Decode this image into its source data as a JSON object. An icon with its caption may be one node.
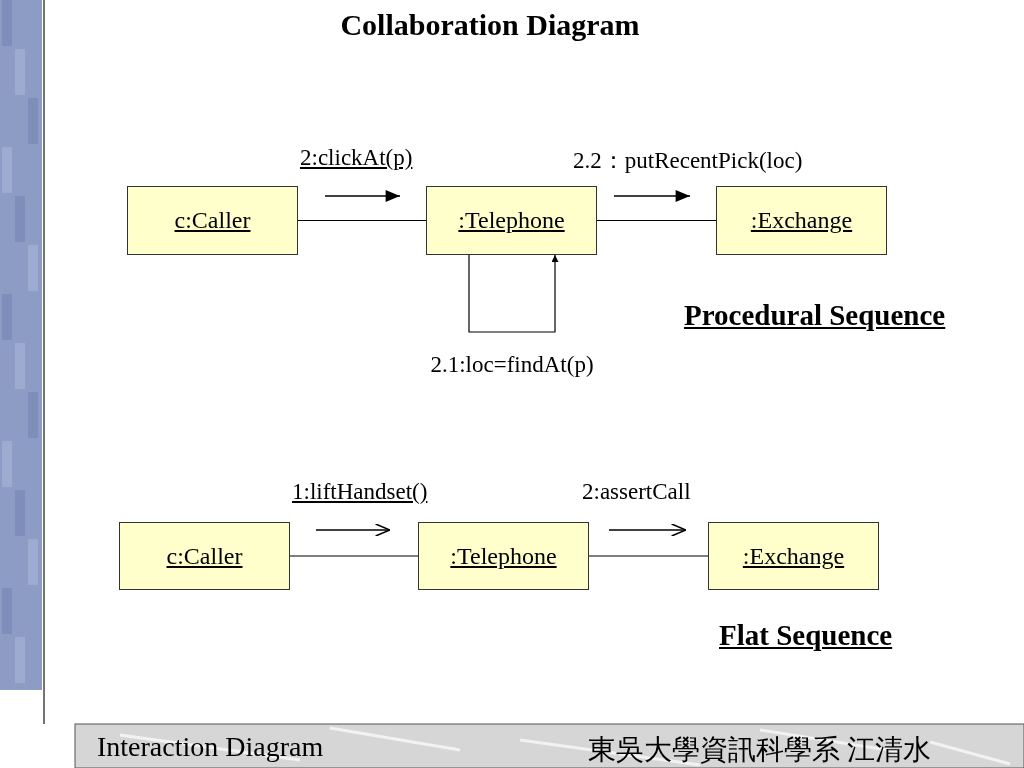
{
  "diagram": {
    "title": "Collaboration Diagram",
    "nodes": [
      {
        "text": [
          "c:Caller"
        ]
      },
      {
        "text": [
          ":Telephone"
        ]
      },
      {
        "text": [
          ":Exchange"
        ]
      },
      {
        "text": [
          "c:Caller"
        ]
      },
      {
        "text": [
          ":Telephone"
        ]
      },
      {
        "text": [
          ":Exchange"
        ]
      }
    ],
    "edges": [
      {
        "from": 0,
        "to": 1,
        "arrow": "none"
      },
      {
        "from": 1,
        "to": 2,
        "arrow": "none"
      },
      {
        "from": 1,
        "to": 1,
        "arrow": "to",
        "label": "2.1:loc=findAt(p)"
      },
      {
        "from": 3,
        "to": 4,
        "arrow": "none"
      },
      {
        "from": 4,
        "to": 5,
        "arrow": "none"
      }
    ],
    "labels": [
      "2:clickAt(p)",
      "2.2：putRecentPick(loc)",
      "Procedural Sequence",
      "1:liftHandset()",
      "2:assertCall",
      "Flat Sequence",
      "Interaction Diagram",
      "東吳大學資訊科學系 江清水"
    ]
  }
}
